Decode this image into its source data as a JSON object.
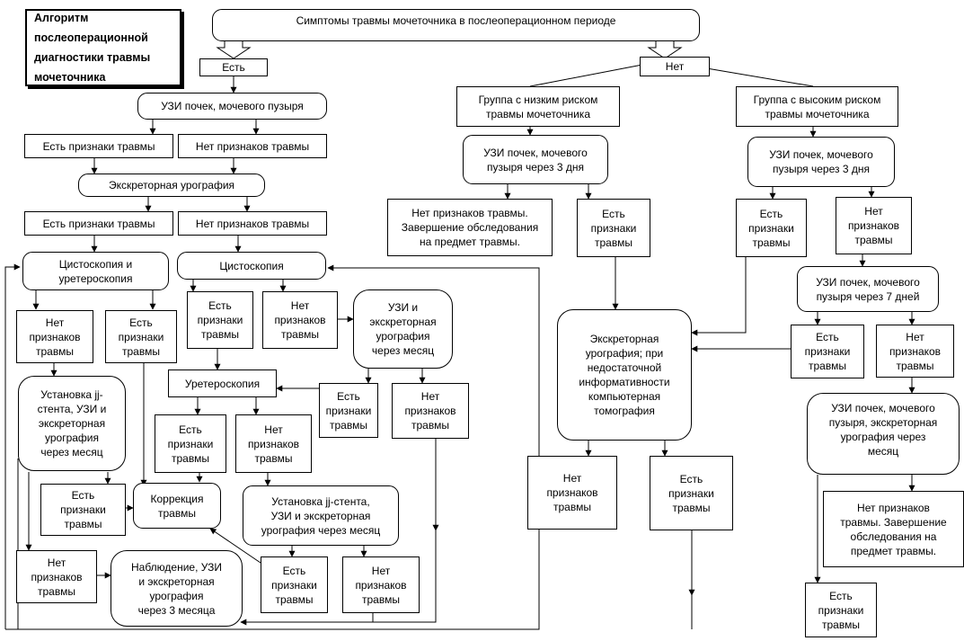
{
  "title": "Алгоритм\nпослеоперационной\nдиагностики травмы\nмочеточника",
  "nodes": {
    "top": "Симптомы травмы мочеточника в послеоперационном периоде",
    "yes": "Есть",
    "no": "Нет",
    "us_kidney": "УЗИ почек, мочевого пузыря",
    "signs_a": "Есть признаки травмы",
    "nosigns_a": "Нет признаков травмы",
    "excretory": "Экскреторная урография",
    "signs_b": "Есть признаки травмы",
    "nosigns_b": "Нет признаков травмы",
    "cysto_uretero": "Цистоскопия и\nуретероскопия",
    "cysto": "Цистоскопия",
    "cu_nosigns": "Нет\nпризнаков\nтравмы",
    "cu_signs": "Есть\nпризнаки\nтравмы",
    "stent_a": "Установка jj-\nстента, УЗИ и\nэкскреторная\nурография\nчерез месяц",
    "stent_a_signs": "Есть\nпризнаки\nтравмы",
    "stent_a_nosigns": "Нет\nпризнаков\nтравмы",
    "correction": "Коррекция\nтравмы",
    "observe": "Наблюдение, УЗИ\nи экскреторная\nурография\nчерез 3 месяца",
    "c_signs": "Есть\nпризнаки\nтравмы",
    "c_nosigns": "Нет\nпризнаков\nтравмы",
    "us_ex_month": "УЗИ и\nэкскреторная\nурография\nчерез месяц",
    "ureteroscopy": "Уретероскопия",
    "um_signs": "Есть\nпризнаки\nтравмы",
    "um_nosigns": "Нет\nпризнаков\nтравмы",
    "us_signs": "Есть\nпризнаки\nтравмы",
    "us_nosigns": "Нет\nпризнаков\nтравмы",
    "stent_b": "Установка jj-стента,\nУЗИ и экскреторная\nурография через месяц",
    "sb_signs": "Есть\nпризнаки\nтравмы",
    "sb_nosigns": "Нет\nпризнаков\nтравмы",
    "low_risk": "Группа с низким риском\nтравмы мочеточника",
    "high_risk": "Группа с высоким риском\nтравмы мочеточника",
    "low_us3": "УЗИ почек, мочевого\nпузыря через 3 дня",
    "low_done": "Нет признаков травмы.\nЗавершение обследования\nна предмет травмы.",
    "low_signs": "Есть\nпризнаки\nтравмы",
    "high_us3": "УЗИ почек, мочевого\nпузыря через 3 дня",
    "high_signs": "Есть\nпризнаки\nтравмы",
    "high_nosigns": "Нет\nпризнаков\nтравмы",
    "high_us7": "УЗИ почек, мочевого\nпузыря через 7 дней",
    "h7_signs": "Есть\nпризнаки\nтравмы",
    "h7_nosigns": "Нет\nпризнаков\nтравмы",
    "ct": "Экскреторная\nурография; при\nнедостаточной\nинформативности\nкомпьютерная\nтомография",
    "ct_nosigns": "Нет\nпризнаков\nтравмы",
    "ct_signs": "Есть\nпризнаки\nтравмы",
    "us_month": "УЗИ почек, мочевого\nпузыря, экскреторная\nурография через\nмесяц",
    "final_done": "Нет признаков\nтравмы. Завершение\nобследования на\nпредмет травмы.",
    "final_signs": "Есть\nпризнаки\nтравмы"
  }
}
